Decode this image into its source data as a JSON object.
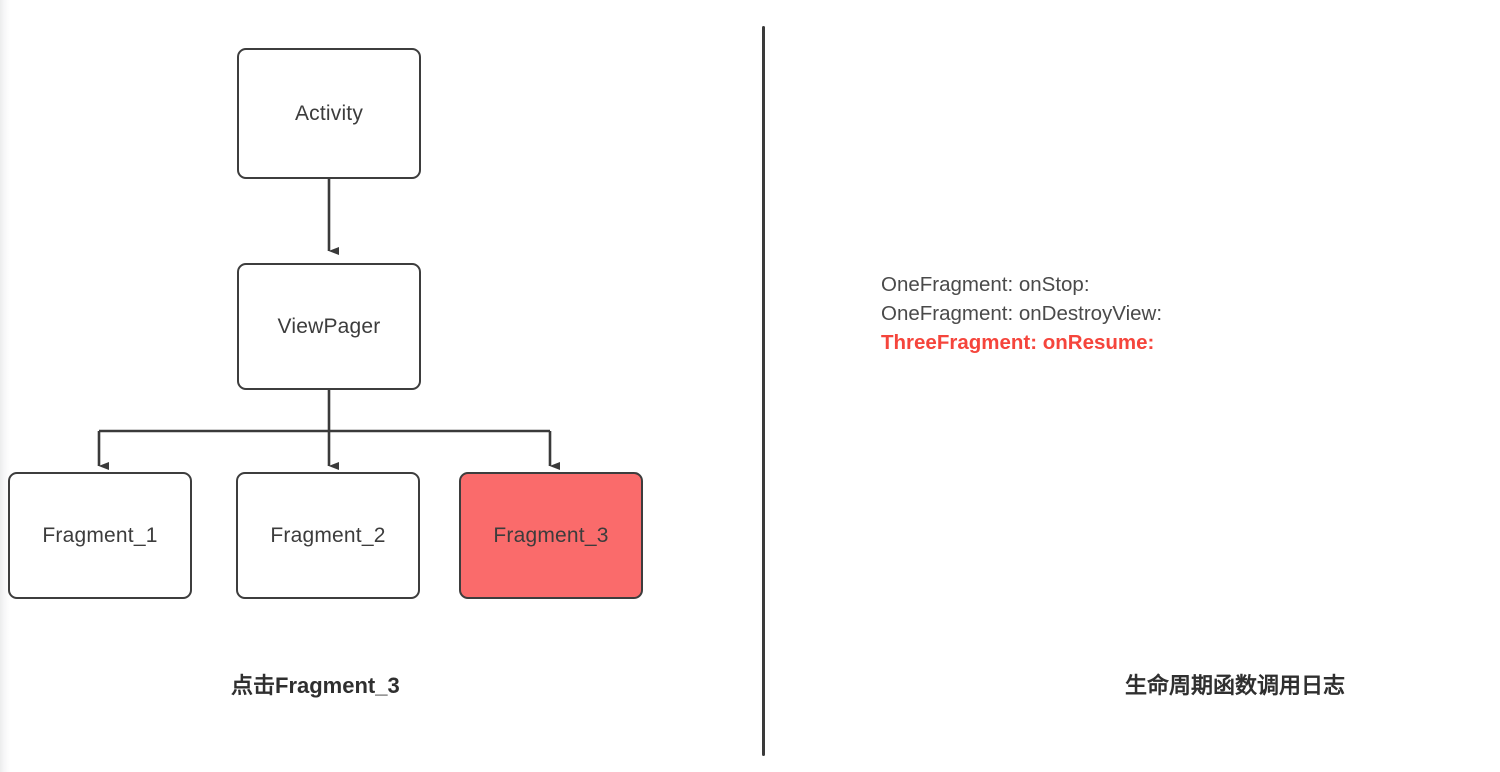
{
  "diagram": {
    "nodes": [
      {
        "id": "activity",
        "label": "Activity",
        "highlighted": false
      },
      {
        "id": "viewpager",
        "label": "ViewPager",
        "highlighted": false
      },
      {
        "id": "fragment1",
        "label": "Fragment_1",
        "highlighted": false
      },
      {
        "id": "fragment2",
        "label": "Fragment_2",
        "highlighted": false
      },
      {
        "id": "fragment3",
        "label": "Fragment_3",
        "highlighted": true
      }
    ],
    "edges": [
      {
        "from": "activity",
        "to": "viewpager"
      },
      {
        "from": "viewpager",
        "to": "fragment1"
      },
      {
        "from": "viewpager",
        "to": "fragment2"
      },
      {
        "from": "viewpager",
        "to": "fragment3"
      }
    ],
    "caption": "点击Fragment_3"
  },
  "log": {
    "caption": "生命周期函数调用日志",
    "lines": [
      {
        "text": "OneFragment: onStop:",
        "accent": false
      },
      {
        "text": "OneFragment: onDestroyView:",
        "accent": false
      },
      {
        "text": "ThreeFragment: onResume:",
        "accent": true
      }
    ]
  },
  "colors": {
    "highlight_fill": "#fa6b6b",
    "node_border": "#3d3d3d",
    "accent_text": "#f5453c",
    "body_text": "#4a4a4a",
    "background": "#ffffff"
  }
}
